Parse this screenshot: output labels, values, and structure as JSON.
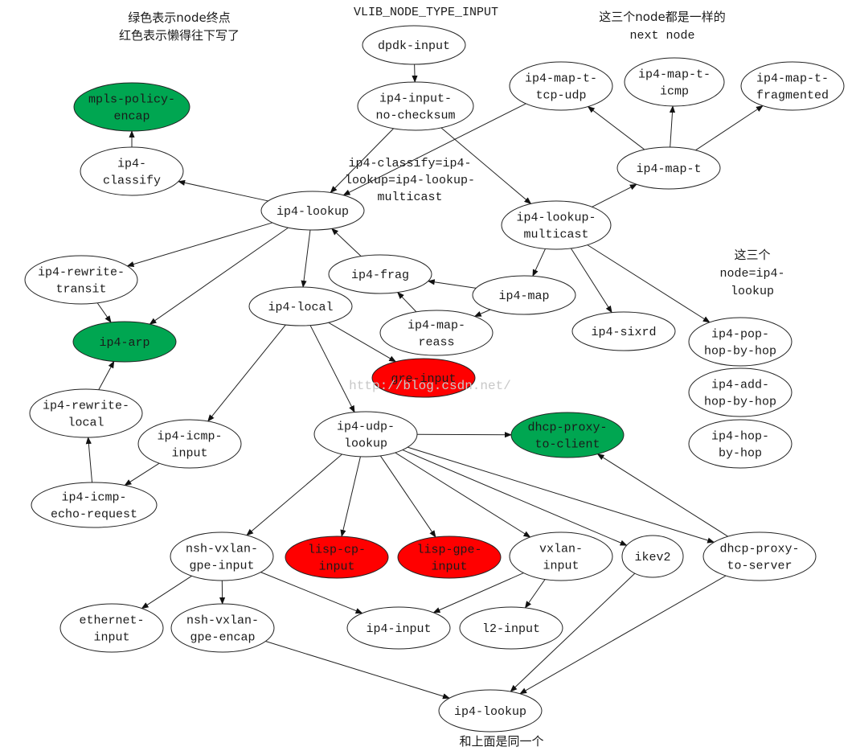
{
  "notes": {
    "top_left_1": "绿色表示node终点",
    "top_left_2": "红色表示懒得往下写了",
    "top_center": "VLIB_NODE_TYPE_INPUT",
    "top_right_1": "这三个node都是一样的",
    "top_right_2": "next node",
    "right_1": "这三个",
    "right_2": "node=ip4-",
    "right_3": "lookup",
    "alias_1": "ip4-classify=ip4-",
    "alias_2": "lookup=ip4-lookup-",
    "alias_3": "multicast",
    "bottom": "和上面是同一个",
    "watermark": "http://blog.csdn.net/"
  },
  "colors": {
    "green": "#00a651",
    "red": "#ff0000",
    "white": "#ffffff"
  },
  "nodes": {
    "dpdk_input": {
      "lines": [
        "dpdk-input"
      ],
      "color": "white"
    },
    "ip4_input_no_checksum": {
      "lines": [
        "ip4-input-",
        "no-checksum"
      ],
      "color": "white"
    },
    "mpls_policy_encap": {
      "lines": [
        "mpls-policy-",
        "encap"
      ],
      "color": "green"
    },
    "ip4_classify": {
      "lines": [
        "ip4-",
        "classify"
      ],
      "color": "white"
    },
    "ip4_lookup": {
      "lines": [
        "ip4-lookup"
      ],
      "color": "white"
    },
    "ip4_map_t_tcp_udp": {
      "lines": [
        "ip4-map-t-",
        "tcp-udp"
      ],
      "color": "white"
    },
    "ip4_map_t_icmp": {
      "lines": [
        "ip4-map-t-",
        "icmp"
      ],
      "color": "white"
    },
    "ip4_map_t_fragmented": {
      "lines": [
        "ip4-map-t-",
        "fragmented"
      ],
      "color": "white"
    },
    "ip4_map_t": {
      "lines": [
        "ip4-map-t"
      ],
      "color": "white"
    },
    "ip4_lookup_multicast": {
      "lines": [
        "ip4-lookup-",
        "multicast"
      ],
      "color": "white"
    },
    "ip4_rewrite_transit": {
      "lines": [
        "ip4-rewrite-",
        "transit"
      ],
      "color": "white"
    },
    "ip4_frag": {
      "lines": [
        "ip4-frag"
      ],
      "color": "white"
    },
    "ip4_local": {
      "lines": [
        "ip4-local"
      ],
      "color": "white"
    },
    "ip4_map": {
      "lines": [
        "ip4-map"
      ],
      "color": "white"
    },
    "ip4_arp": {
      "lines": [
        "ip4-arp"
      ],
      "color": "green"
    },
    "ip4_map_reass": {
      "lines": [
        "ip4-map-",
        "reass"
      ],
      "color": "white"
    },
    "ip4_sixrd": {
      "lines": [
        "ip4-sixrd"
      ],
      "color": "white"
    },
    "ip4_pop_hop_by_hop": {
      "lines": [
        "ip4-pop-",
        "hop-by-hop"
      ],
      "color": "white"
    },
    "gre_input": {
      "lines": [
        "gre-input"
      ],
      "color": "red"
    },
    "ip4_add_hop_by_hop": {
      "lines": [
        "ip4-add-",
        "hop-by-hop"
      ],
      "color": "white"
    },
    "ip4_rewrite_local": {
      "lines": [
        "ip4-rewrite-",
        "local"
      ],
      "color": "white"
    },
    "ip4_udp_lookup": {
      "lines": [
        "ip4-udp-",
        "lookup"
      ],
      "color": "white"
    },
    "dhcp_proxy_to_client": {
      "lines": [
        "dhcp-proxy-",
        "to-client"
      ],
      "color": "green"
    },
    "ip4_icmp_input": {
      "lines": [
        "ip4-icmp-",
        "input"
      ],
      "color": "white"
    },
    "ip4_hop_by_hop": {
      "lines": [
        "ip4-hop-",
        "by-hop"
      ],
      "color": "white"
    },
    "ip4_icmp_echo_request": {
      "lines": [
        "ip4-icmp-",
        "echo-request"
      ],
      "color": "white"
    },
    "nsh_vxlan_gpe_input": {
      "lines": [
        "nsh-vxlan-",
        "gpe-input"
      ],
      "color": "white"
    },
    "lisp_cp_input": {
      "lines": [
        "lisp-cp-",
        "input"
      ],
      "color": "red"
    },
    "lisp_gpe_input": {
      "lines": [
        "lisp-gpe-",
        "input"
      ],
      "color": "red"
    },
    "vxlan_input": {
      "lines": [
        "vxlan-",
        "input"
      ],
      "color": "white"
    },
    "ikev2": {
      "lines": [
        "ikev2"
      ],
      "color": "white"
    },
    "dhcp_proxy_to_server": {
      "lines": [
        "dhcp-proxy-",
        "to-server"
      ],
      "color": "white"
    },
    "ethernet_input": {
      "lines": [
        "ethernet-",
        "input"
      ],
      "color": "white"
    },
    "nsh_vxlan_gpe_encap": {
      "lines": [
        "nsh-vxlan-",
        "gpe-encap"
      ],
      "color": "white"
    },
    "ip4_input": {
      "lines": [
        "ip4-input"
      ],
      "color": "white"
    },
    "l2_input": {
      "lines": [
        "l2-input"
      ],
      "color": "white"
    },
    "ip4_lookup_bottom": {
      "lines": [
        "ip4-lookup"
      ],
      "color": "white"
    }
  },
  "edges": [
    [
      "dpdk_input",
      "ip4_input_no_checksum"
    ],
    [
      "ip4_input_no_checksum",
      "ip4_lookup"
    ],
    [
      "ip4_input_no_checksum",
      "ip4_lookup_multicast"
    ],
    [
      "ip4_map_t_tcp_udp",
      "ip4_lookup"
    ],
    [
      "ip4_classify",
      "mpls_policy_encap"
    ],
    [
      "ip4_lookup",
      "ip4_classify"
    ],
    [
      "ip4_lookup",
      "ip4_rewrite_transit"
    ],
    [
      "ip4_lookup",
      "ip4_arp"
    ],
    [
      "ip4_lookup",
      "ip4_local"
    ],
    [
      "ip4_frag",
      "ip4_lookup"
    ],
    [
      "ip4_map_t",
      "ip4_map_t_tcp_udp"
    ],
    [
      "ip4_map_t",
      "ip4_map_t_icmp"
    ],
    [
      "ip4_map_t",
      "ip4_map_t_fragmented"
    ],
    [
      "ip4_lookup_multicast",
      "ip4_map_t"
    ],
    [
      "ip4_lookup_multicast",
      "ip4_map"
    ],
    [
      "ip4_lookup_multicast",
      "ip4_sixrd"
    ],
    [
      "ip4_lookup_multicast",
      "ip4_pop_hop_by_hop"
    ],
    [
      "ip4_map",
      "ip4_frag"
    ],
    [
      "ip4_map",
      "ip4_map_reass"
    ],
    [
      "ip4_map_reass",
      "ip4_frag"
    ],
    [
      "ip4_rewrite_transit",
      "ip4_arp"
    ],
    [
      "ip4_rewrite_local",
      "ip4_arp"
    ],
    [
      "ip4_local",
      "gre_input"
    ],
    [
      "ip4_local",
      "ip4_udp_lookup"
    ],
    [
      "ip4_local",
      "ip4_icmp_input"
    ],
    [
      "ip4_icmp_input",
      "ip4_icmp_echo_request"
    ],
    [
      "ip4_icmp_echo_request",
      "ip4_rewrite_local"
    ],
    [
      "ip4_udp_lookup",
      "dhcp_proxy_to_client"
    ],
    [
      "ip4_udp_lookup",
      "nsh_vxlan_gpe_input"
    ],
    [
      "ip4_udp_lookup",
      "lisp_cp_input"
    ],
    [
      "ip4_udp_lookup",
      "lisp_gpe_input"
    ],
    [
      "ip4_udp_lookup",
      "vxlan_input"
    ],
    [
      "ip4_udp_lookup",
      "ikev2"
    ],
    [
      "ip4_udp_lookup",
      "dhcp_proxy_to_server"
    ],
    [
      "dhcp_proxy_to_server",
      "dhcp_proxy_to_client"
    ],
    [
      "nsh_vxlan_gpe_input",
      "ethernet_input"
    ],
    [
      "nsh_vxlan_gpe_input",
      "nsh_vxlan_gpe_encap"
    ],
    [
      "nsh_vxlan_gpe_input",
      "ip4_input"
    ],
    [
      "vxlan_input",
      "ip4_input"
    ],
    [
      "vxlan_input",
      "l2_input"
    ],
    [
      "nsh_vxlan_gpe_encap",
      "ip4_lookup_bottom"
    ],
    [
      "ikev2",
      "ip4_lookup_bottom"
    ],
    [
      "dhcp_proxy_to_server",
      "ip4_lookup_bottom"
    ]
  ]
}
